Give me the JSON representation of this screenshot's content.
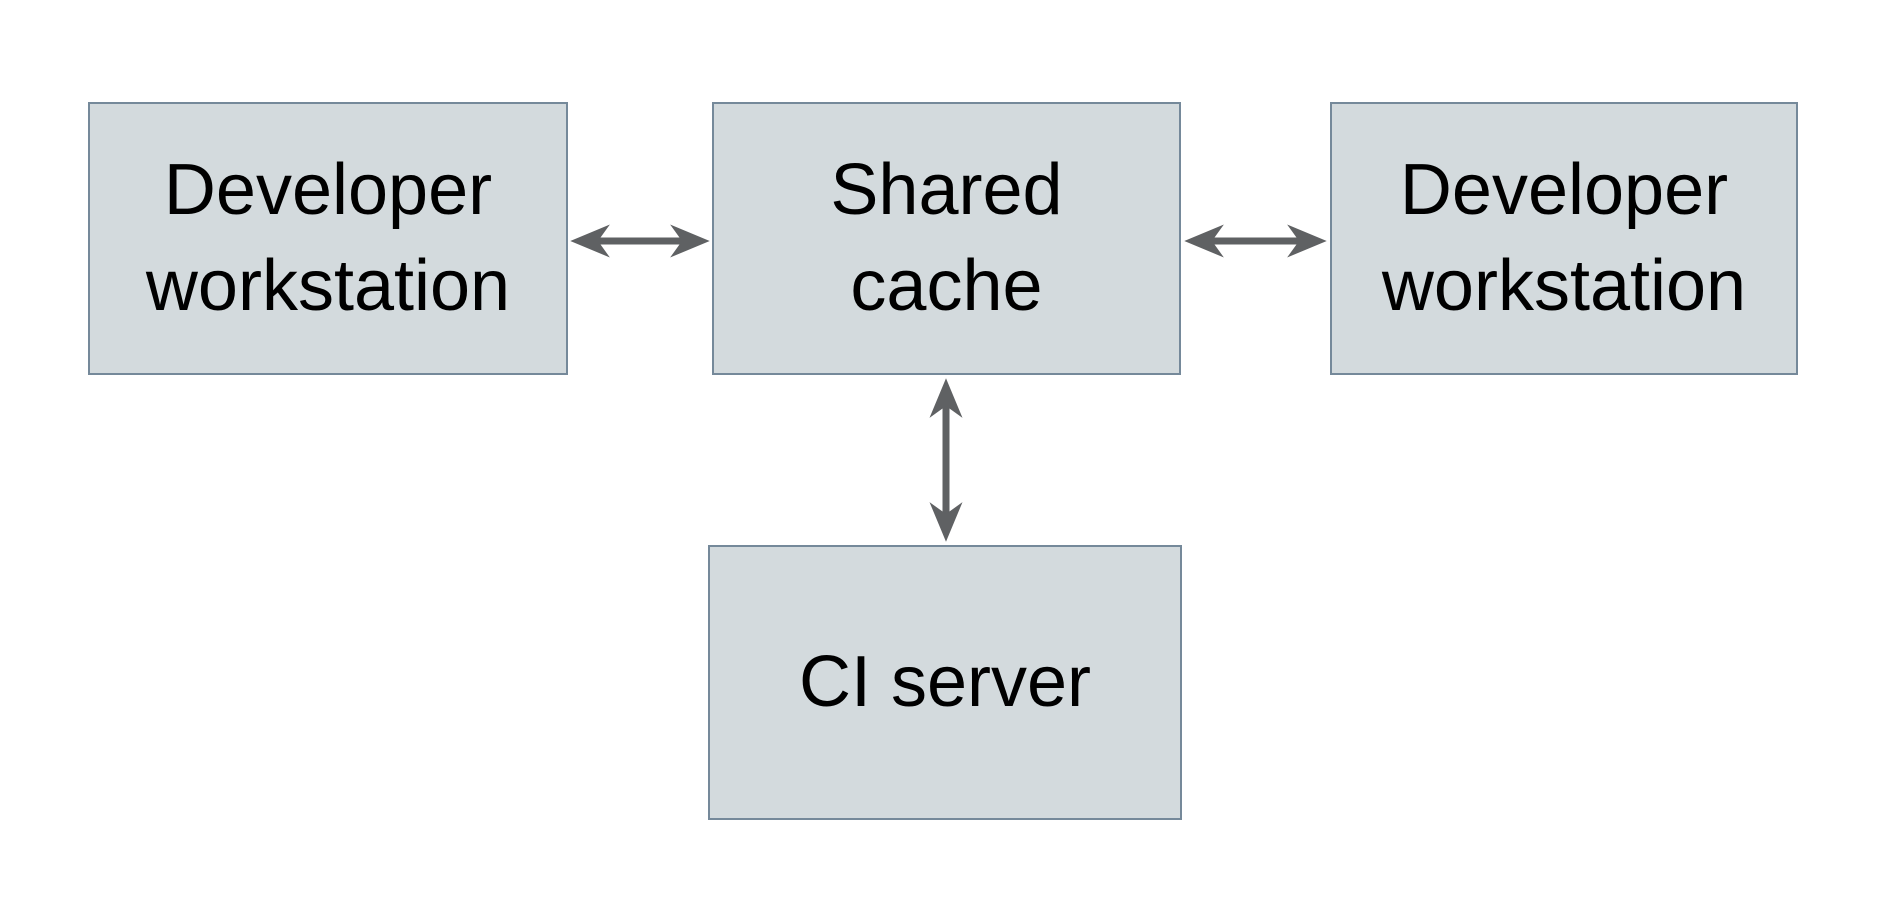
{
  "diagram": {
    "nodes": [
      {
        "id": "developer-workstation-left",
        "label": "Developer workstation",
        "label_lines": [
          "Developer",
          "workstation"
        ]
      },
      {
        "id": "shared-cache",
        "label": "Shared cache",
        "label_lines": [
          "Shared",
          "cache"
        ]
      },
      {
        "id": "developer-workstation-right",
        "label": "Developer workstation",
        "label_lines": [
          "Developer",
          "workstation"
        ]
      },
      {
        "id": "ci-server",
        "label": "CI server",
        "label_lines": [
          "CI server"
        ]
      }
    ],
    "edges": [
      {
        "from": "developer-workstation-left",
        "to": "shared-cache",
        "direction": "bidirectional"
      },
      {
        "from": "shared-cache",
        "to": "developer-workstation-right",
        "direction": "bidirectional"
      },
      {
        "from": "shared-cache",
        "to": "ci-server",
        "direction": "bidirectional"
      }
    ],
    "colors": {
      "background": "#ffffff",
      "node_fill": "#d3dadd",
      "node_border": "#75899a",
      "arrow": "#5f6163",
      "text": "#000000"
    }
  }
}
